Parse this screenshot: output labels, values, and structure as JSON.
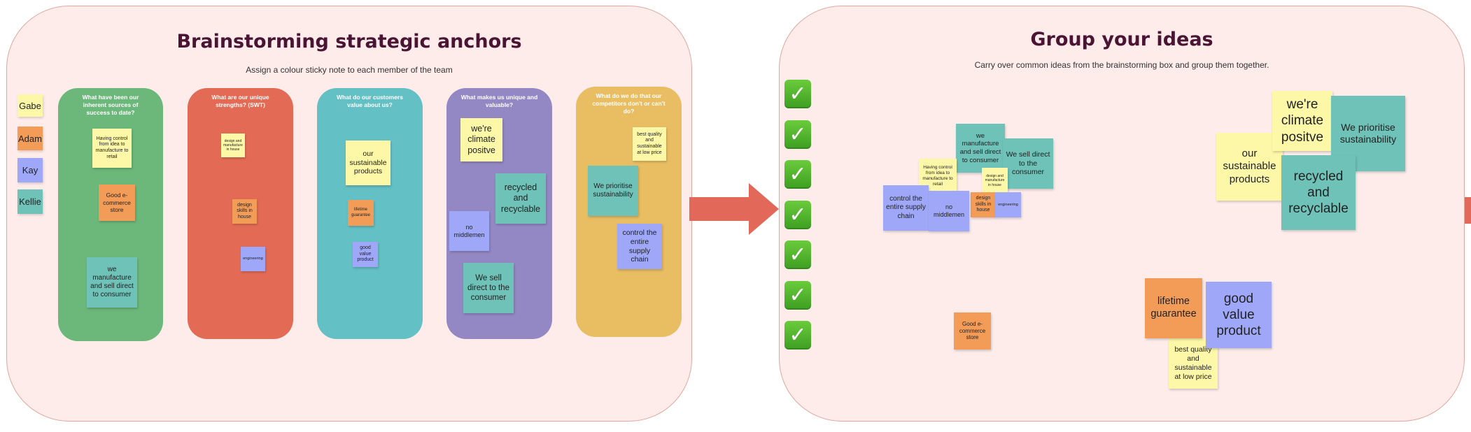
{
  "panel1": {
    "title": "Brainstorming strategic anchors",
    "subtitle": "Assign a colour sticky note to each member of the team",
    "members": [
      "Gabe",
      "Adam",
      "Kay",
      "Kellie"
    ],
    "columns": [
      {
        "question": "What have been our inherent sources of success to date?",
        "notes": [
          "Having control from idea to manufacture to retail",
          "Good e-commerce store",
          "we manufacture and sell direct to consumer"
        ]
      },
      {
        "question": "What are our unique strengths? (SWT)",
        "notes": [
          "design and manufacture in house",
          "design skills in house",
          "engineering"
        ]
      },
      {
        "question": "What do our customers value about us?",
        "notes": [
          "our sustainable products",
          "lifetime guarantee",
          "good value product"
        ]
      },
      {
        "question": "What makes us unique and valuable?",
        "notes": [
          "we're climate positve",
          "recycled and recyclable",
          "no middlemen",
          "We sell direct to the consumer"
        ]
      },
      {
        "question": "What do we do that our competitors don't or can't do?",
        "notes": [
          "best quality and sustainable at low price",
          "We prioritise sustainability",
          "control the entire supply chain"
        ]
      }
    ]
  },
  "panel2": {
    "title": "Group your ideas",
    "subtitle": "Carry over common ideas from the brainstorming box and group them together.",
    "checks": [
      "✓",
      "✓",
      "✓",
      "✓",
      "✓",
      "✓",
      "✓"
    ],
    "notes": {
      "we_manufacture": "we manufacture and sell direct to consumer",
      "we_sell_direct": "We sell direct to the consumer",
      "having_control": "Having control from idea to manufacture to retail",
      "design_manufacture": "design and manufacture in house",
      "design_skills": "design skills in house",
      "engineering": "engineering",
      "control_supply": "control the entire supply chain",
      "no_middlemen": "no middlemen",
      "good_ecommerce": "Good e-commerce store",
      "climate_positive": "we're climate positve",
      "prioritise": "We prioritise sustainability",
      "our_sustainable": "our sustainable products",
      "recycled": "recycled and recyclable",
      "lifetime": "lifetime guarantee",
      "good_value": "good value product",
      "best_quality": "best quality and sustainable at low price"
    }
  },
  "colors": {
    "frame_bg": "#fdecea",
    "title": "#4a1535",
    "arrow": "#e2685a",
    "col_green": "#6bb87a",
    "col_red": "#e36b55",
    "col_teal": "#63c0c4",
    "col_purple": "#9388c4",
    "col_gold": "#e9bd62",
    "note_yellow": "#fdf8a8",
    "note_orange": "#f29c58",
    "note_blue": "#9fa8f8",
    "note_teal": "#6ec2b8"
  }
}
